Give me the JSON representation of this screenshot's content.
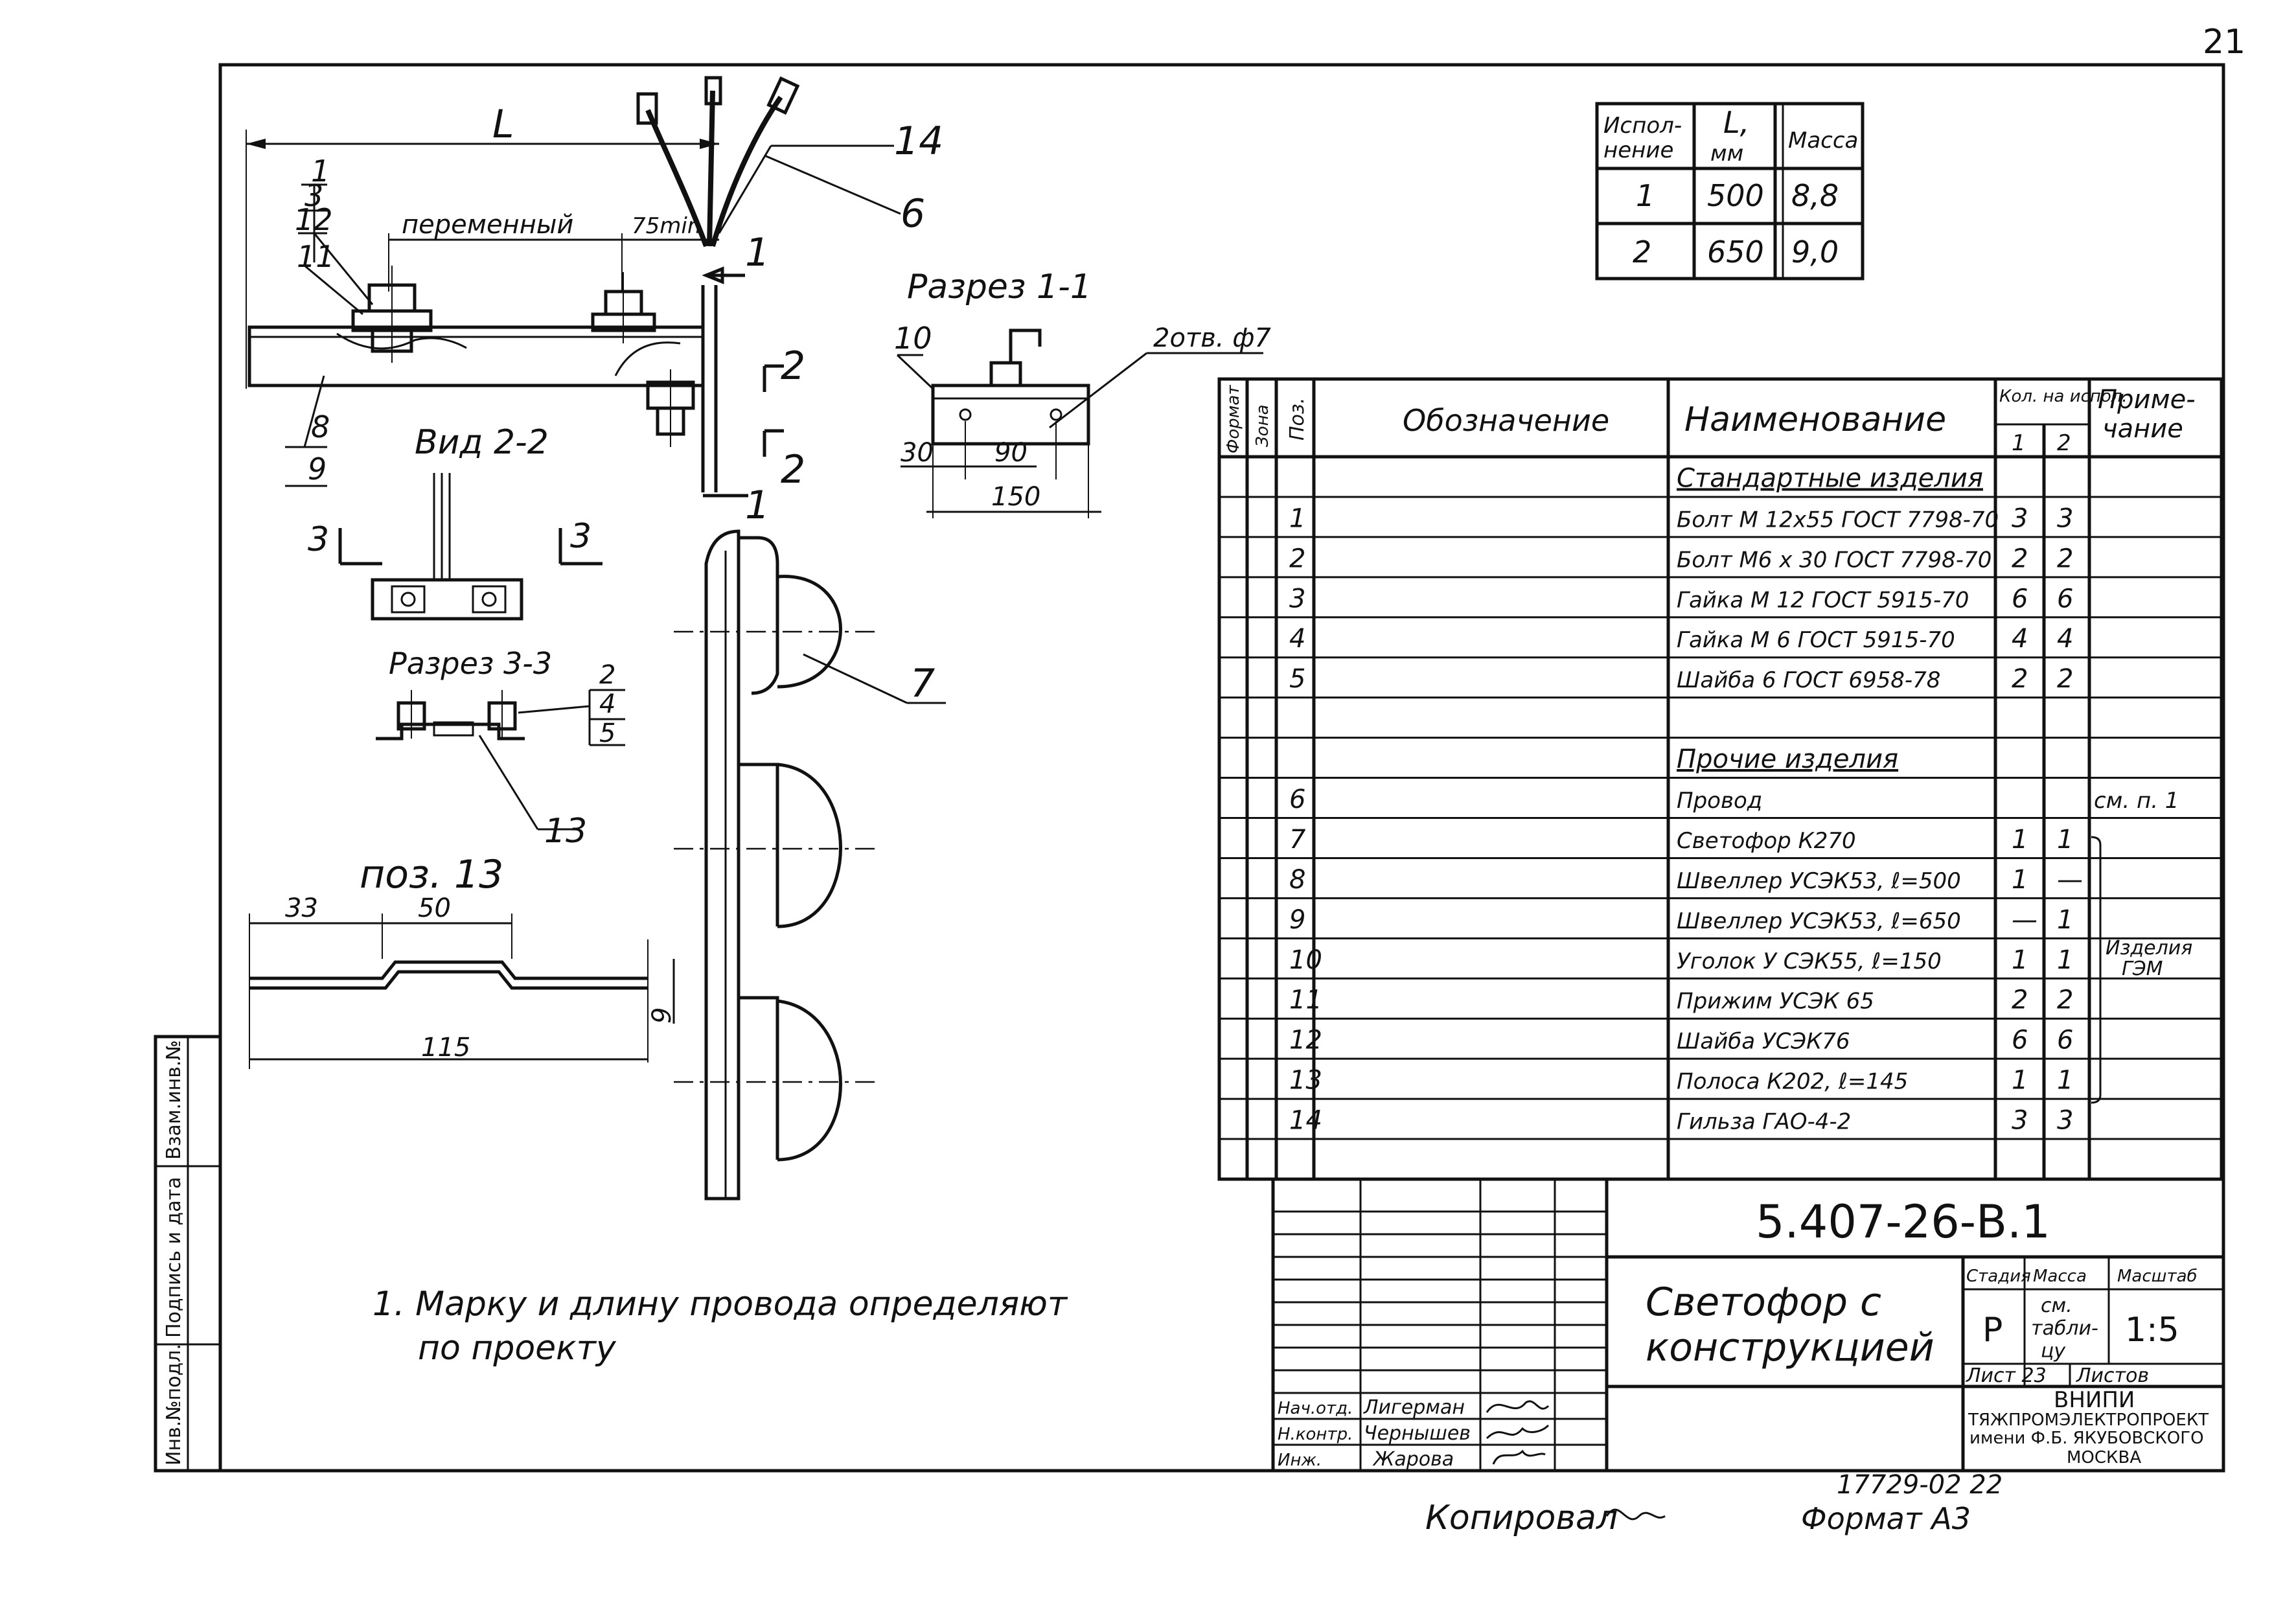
{
  "sheet_number": "21",
  "drawing": {
    "dim_L": "L",
    "dim_variable": "переменный",
    "dim_75min": "75min",
    "callouts": {
      "c1": "1",
      "c3": "3",
      "c12": "12",
      "c11": "11",
      "c8": "8",
      "c9": "9",
      "c14": "14",
      "c6": "6",
      "c7": "7",
      "c10": "10",
      "c13": "13",
      "c2": "2",
      "c4": "4",
      "c5": "5"
    },
    "section_marks": {
      "s1a": "1",
      "s1b": "1",
      "s2a": "2",
      "s2b": "2",
      "s3a": "3",
      "s3b": "3"
    },
    "view_2_2": "Вид 2-2",
    "section_1_1": "Разрез 1-1",
    "section_3_3": "Разрез 3-3",
    "holes": "2отв. ф7",
    "dim_30": "30",
    "dim_90": "90",
    "dim_150": "150",
    "pos13_title": "поз. 13",
    "dim_33": "33",
    "dim_50": "50",
    "dim_115": "115",
    "dim_9": "9",
    "note": [
      "1. Марку и длину провода определяют",
      "по проекту"
    ]
  },
  "variants_table": {
    "headers": [
      "Испол-нение",
      "L, мм",
      "Масса"
    ],
    "rows": [
      [
        "1",
        "500",
        "8,8"
      ],
      [
        "2",
        "650",
        "9,0"
      ]
    ]
  },
  "spec_table": {
    "col_format": "Формат",
    "col_zone": "Зона",
    "col_pos": "Поз.",
    "col_designation": "Обозначение",
    "col_name": "Наименование",
    "col_qty": "Кол. на испол.",
    "col_qty_1": "1",
    "col_qty_2": "2",
    "col_note": "Приме-чание",
    "rows": [
      {
        "pos": "",
        "name": "Стандартные изделия",
        "q1": "",
        "q2": "",
        "note": "",
        "heading": true
      },
      {
        "pos": "1",
        "name": "Болт М 12х55 ГОСТ 7798-70",
        "q1": "3",
        "q2": "3",
        "note": ""
      },
      {
        "pos": "2",
        "name": "Болт М6 х 30 ГОСТ 7798-70",
        "q1": "2",
        "q2": "2",
        "note": ""
      },
      {
        "pos": "3",
        "name": "Гайка М 12 ГОСТ 5915-70",
        "q1": "6",
        "q2": "6",
        "note": ""
      },
      {
        "pos": "4",
        "name": "Гайка М 6 ГОСТ 5915-70",
        "q1": "4",
        "q2": "4",
        "note": ""
      },
      {
        "pos": "5",
        "name": "Шайба 6 ГОСТ 6958-78",
        "q1": "2",
        "q2": "2",
        "note": ""
      },
      {
        "pos": "",
        "name": "",
        "q1": "",
        "q2": "",
        "note": ""
      },
      {
        "pos": "",
        "name": "Прочие изделия",
        "q1": "",
        "q2": "",
        "note": "",
        "heading": true
      },
      {
        "pos": "6",
        "name": "Провод",
        "q1": "",
        "q2": "",
        "note": "см. п. 1"
      },
      {
        "pos": "7",
        "name": "Светофор К270",
        "q1": "1",
        "q2": "1",
        "note": ""
      },
      {
        "pos": "8",
        "name": "Швеллер УСЭК53, ℓ=500",
        "q1": "1",
        "q2": "—",
        "note": ""
      },
      {
        "pos": "9",
        "name": "Швеллер УСЭК53, ℓ=650",
        "q1": "—",
        "q2": "1",
        "note": ""
      },
      {
        "pos": "10",
        "name": "Уголок У СЭК55, ℓ=150",
        "q1": "1",
        "q2": "1",
        "note": "Изделия ГЭМ"
      },
      {
        "pos": "11",
        "name": "Прижим УСЭК 65",
        "q1": "2",
        "q2": "2",
        "note": ""
      },
      {
        "pos": "12",
        "name": "Шайба УСЭК76",
        "q1": "6",
        "q2": "6",
        "note": ""
      },
      {
        "pos": "13",
        "name": "Полоса К202, ℓ=145",
        "q1": "1",
        "q2": "1",
        "note": ""
      },
      {
        "pos": "14",
        "name": "Гильза ГАО-4-2",
        "q1": "3",
        "q2": "3",
        "note": ""
      },
      {
        "pos": "",
        "name": "",
        "q1": "",
        "q2": "",
        "note": ""
      }
    ]
  },
  "title_block": {
    "code": "5.407-26-В.1",
    "title": [
      "Светофор с",
      "конструкцией"
    ],
    "stage_label": "Стадия",
    "mass_label": "Масса",
    "scale_label": "Масштаб",
    "stage": "Р",
    "mass": [
      "см.",
      "табли-",
      "цу"
    ],
    "scale": "1:5",
    "sheet_label": "Лист 23",
    "sheets_label": "Листов",
    "org": [
      "ВНИПИ",
      "ТЯЖПРОМЭЛЕКТРОПРОЕКТ",
      "имени Ф.Б. ЯКУБОВСКОГО",
      "МОСКВА"
    ],
    "signers": [
      {
        "role": "Нач.отд.",
        "name": "Лигерман"
      },
      {
        "role": "Н.контр.",
        "name": "Чернышев"
      },
      {
        "role": "Инж.",
        "name": "Жарова"
      }
    ]
  },
  "side_stamp": [
    "Инв.№подл.",
    "Подпись и дата",
    "Взам.инв.№"
  ],
  "bottom": {
    "copied": "Копировал",
    "order": "17729-02   22",
    "format": "Формат А3"
  }
}
